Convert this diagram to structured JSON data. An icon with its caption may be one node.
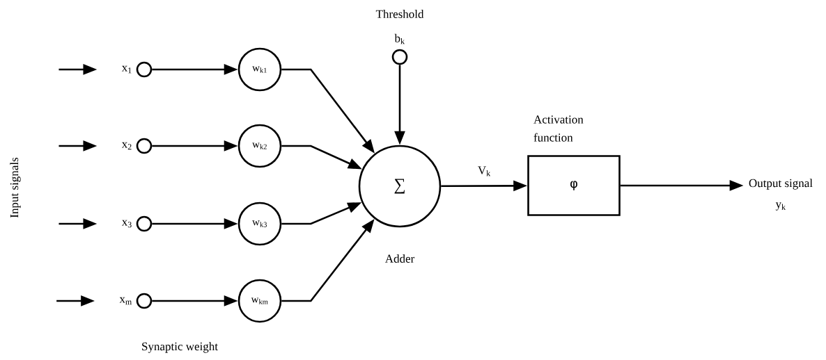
{
  "diagram": {
    "nodes": [
      {
        "text": [],
        "shape": "circle",
        "beside": [
          "x$_{1}$"
        ]
      },
      {
        "text": [],
        "shape": "circle",
        "beside": [
          "x$_{2}$"
        ]
      },
      {
        "text": [],
        "shape": "circle",
        "beside": [
          "x$_{3}$"
        ]
      },
      {
        "text": [],
        "shape": "circle",
        "beside": [
          "x$_{m}$"
        ]
      },
      {
        "text": [
          "w$_{k1}$"
        ]
      },
      {
        "text": [
          "w$_{k2}$"
        ]
      },
      {
        "text": [
          "w$_{k3}$"
        ]
      },
      {
        "text": [
          "w$_{km}$"
        ]
      },
      {
        "text": [
          "∑",
          "Adder"
        ]
      },
      {
        "text": [],
        "shape": "circle",
        "beside": [
          "Threshold",
          "b$_{k}$"
        ]
      },
      {
        "text": [
          "Activation function",
          "φ"
        ]
      },
      {
        "text": [
          "Output signal",
          "y$_{k}$"
        ]
      }
    ],
    "edges": [
      {
        "from": 0,
        "to": 4,
        "arrow": "to"
      },
      {
        "from": 1,
        "to": 5,
        "arrow": "to"
      },
      {
        "from": 2,
        "to": 6,
        "arrow": "to"
      },
      {
        "from": 3,
        "to": 7,
        "arrow": "to"
      },
      {
        "from": 4,
        "to": 8,
        "arrow": "to"
      },
      {
        "from": 5,
        "to": 8,
        "arrow": "to"
      },
      {
        "from": 6,
        "to": 8,
        "arrow": "to"
      },
      {
        "from": 7,
        "to": 8,
        "arrow": "to"
      },
      {
        "from": 9,
        "to": 8,
        "arrow": "to"
      },
      {
        "from": 8,
        "to": 10,
        "arrow": "to",
        "label": "V$_{k}$"
      },
      {
        "from": 10,
        "to": 11,
        "arrow": "to"
      }
    ],
    "labels": [
      "Input signals",
      "Synaptic weight"
    ]
  }
}
